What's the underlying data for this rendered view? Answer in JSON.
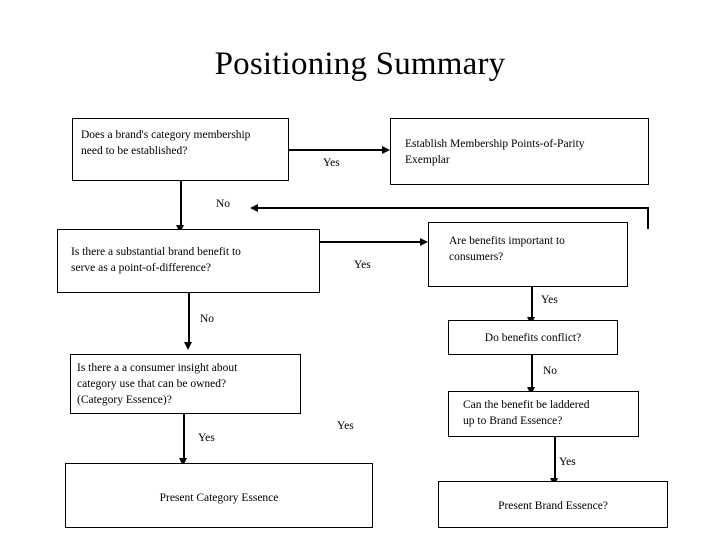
{
  "slide": {
    "title": "Positioning Summary",
    "background_color": "#ffffff",
    "ink_color": "#000000"
  },
  "nodes": {
    "category_membership": {
      "lines": [
        "Does a brand's category membership",
        "need to be established?"
      ]
    },
    "membership_pop": {
      "lines": [
        "Establish Membership Points-of-Parity",
        "Exemplar"
      ]
    },
    "brand_benefit": {
      "lines": [
        "Is there a substantial brand benefit to",
        "serve as a point-of-difference?"
      ]
    },
    "benefits_important": {
      "lines": [
        "Are benefits important to",
        "consumers?"
      ]
    },
    "benefits_conflict": {
      "lines": [
        "Do benefits conflict?"
      ]
    },
    "consumer_insight": {
      "lines": [
        "Is there a a consumer insight about",
        "category use that can be owned?",
        "(Category Essence)?"
      ]
    },
    "laddered_brand_essence": {
      "lines": [
        "Can the benefit be laddered",
        "up to Brand Essence?"
      ]
    },
    "present_category_essence": {
      "lines": [
        "Present Category Essence"
      ]
    },
    "present_brand_essence": {
      "lines": [
        "Present Brand Essence?"
      ]
    }
  },
  "edge_labels": {
    "membership_yes": "Yes",
    "membership_no": "No",
    "benefit_yes": "Yes",
    "benefit_no": "No",
    "important_yes": "Yes",
    "conflict_no": "No",
    "insight_yes": "Yes",
    "laddered_yes_left": "Yes",
    "laddered_yes_right": "Yes"
  }
}
